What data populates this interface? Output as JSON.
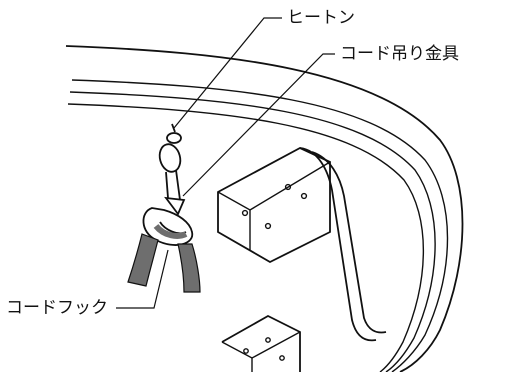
{
  "labels": {
    "heater": "ヒートン",
    "cord_bracket": "コード吊り金具",
    "cord_hook": "コードフック"
  },
  "colors": {
    "line": "#111111",
    "cord_fill": "#6e6e6e",
    "background": "#ffffff"
  }
}
